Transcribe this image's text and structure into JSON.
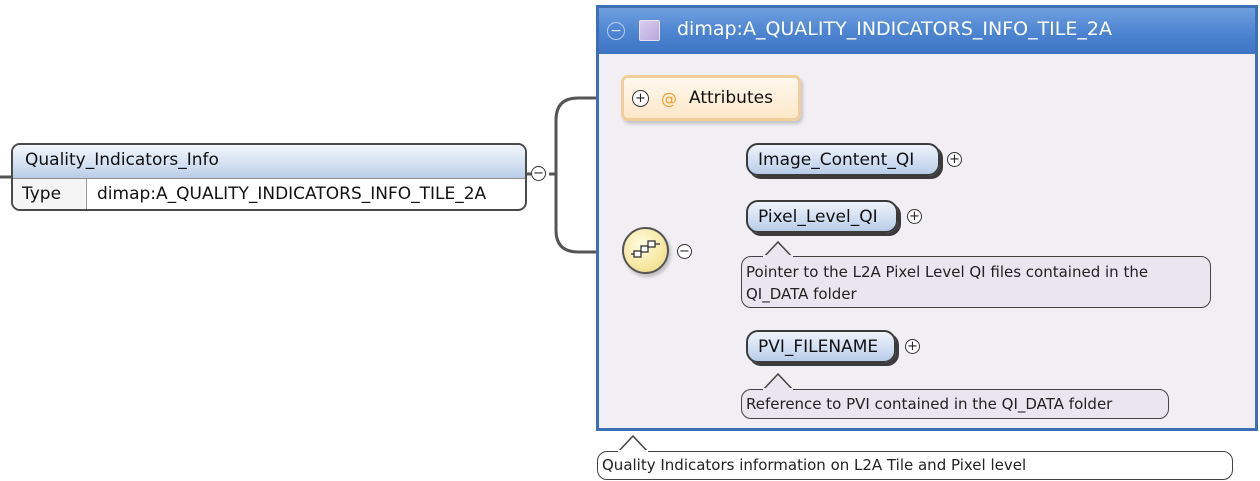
{
  "root_element": {
    "name": "Quality_Indicators_Info",
    "type_label": "Type",
    "type_value": "dimap:A_QUALITY_INDICATORS_INFO_TILE_2A"
  },
  "complex_type": {
    "name": "dimap:A_QUALITY_INDICATORS_INFO_TILE_2A",
    "header_color": "#4f86d2",
    "panel_color": "#f1eff3",
    "attributes_label": "Attributes",
    "attributes_at_symbol": "@",
    "attributes_color": "#fde7c8",
    "compositor_icon": "sequence-compositor-icon"
  },
  "children": [
    {
      "name": "Image_Content_QI",
      "annotation": ""
    },
    {
      "name": "Pixel_Level_QI",
      "annotation_lines": [
        "Pointer to the L2A Pixel Level QI files contained in the",
        "QI_DATA folder"
      ]
    },
    {
      "name": "PVI_FILENAME",
      "annotation": "Reference to PVI contained in the QI_DATA folder"
    }
  ],
  "root_annotation": "Quality Indicators information on L2A Tile and Pixel level",
  "icons": {
    "collapse": "minus-circle-icon",
    "expand": "plus-circle-icon"
  }
}
